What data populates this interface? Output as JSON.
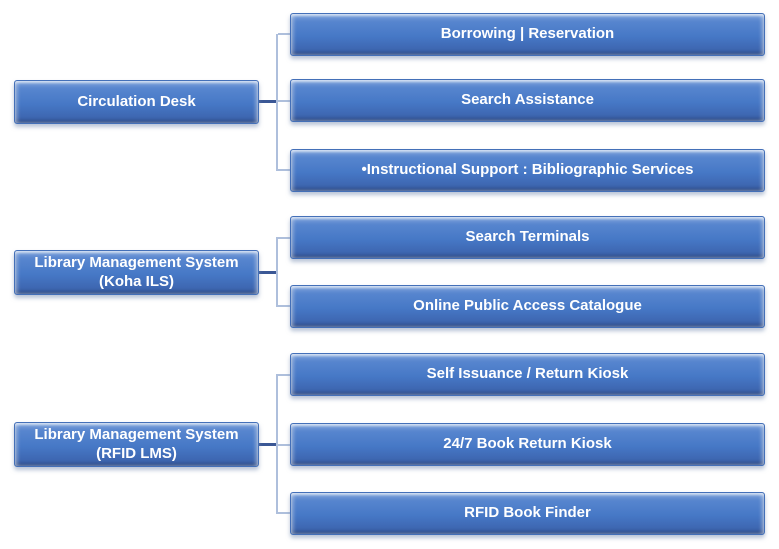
{
  "diagram": {
    "title": "Library services hierarchy",
    "colors": {
      "background": "#ffffff",
      "box_fill_top": "#5f8cd3",
      "box_fill_mid": "#4678c6",
      "box_fill_bottom": "#3a5fa8",
      "box_border": "#4470b8",
      "text": "#ffffff",
      "connector_light": "#aebfdc",
      "connector_dark": "#3a5795"
    },
    "groups": [
      {
        "parent": {
          "label": "Circulation Desk"
        },
        "children": [
          {
            "label": "Borrowing | Reservation"
          },
          {
            "label": "Search Assistance"
          },
          {
            "label": "•Instructional Support : Bibliographic Services"
          }
        ]
      },
      {
        "parent": {
          "label": "Library Management System\n(Koha ILS)"
        },
        "children": [
          {
            "label": "Search Terminals"
          },
          {
            "label": "Online Public Access Catalogue"
          }
        ]
      },
      {
        "parent": {
          "label": "Library Management System\n(RFID LMS)"
        },
        "children": [
          {
            "label": "Self Issuance / Return Kiosk"
          },
          {
            "label": "24/7 Book Return Kiosk"
          },
          {
            "label": "RFID Book Finder"
          }
        ]
      }
    ]
  }
}
